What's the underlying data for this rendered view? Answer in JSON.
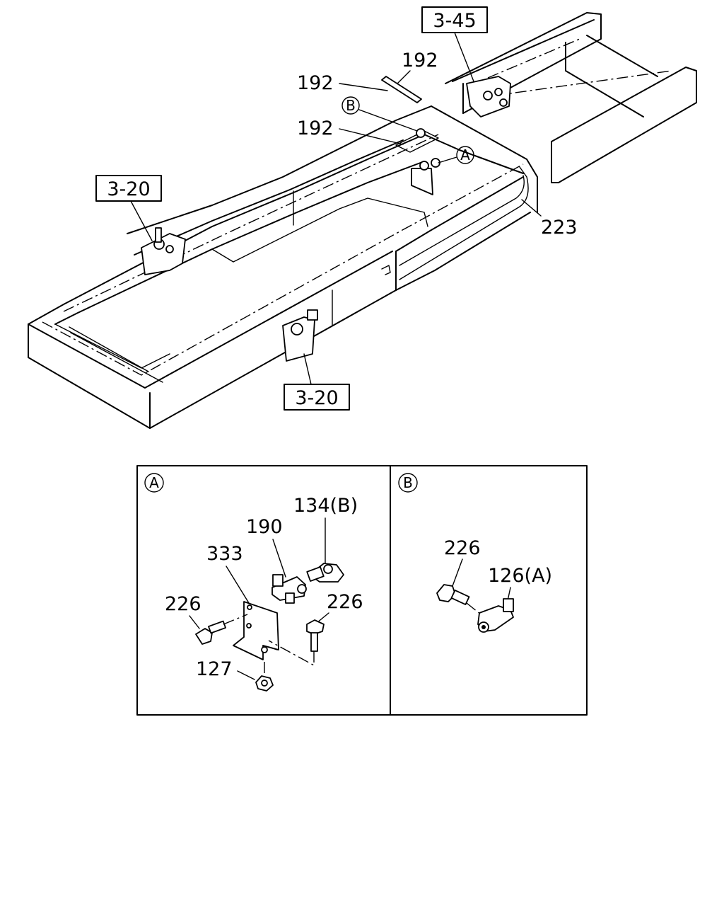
{
  "refs": {
    "ref_345": "3-45",
    "ref_320_left": "3-20",
    "ref_320_bottom": "3-20"
  },
  "callouts": {
    "p192_top": "192",
    "p192_mid": "192",
    "p192_low": "192",
    "p223": "223",
    "marker_a": "A",
    "marker_b": "B"
  },
  "detail_a": {
    "marker": "A",
    "labels": {
      "p134": "134(B)",
      "p190": "190",
      "p333": "333",
      "p226_left": "226",
      "p226_right": "226",
      "p127": "127"
    }
  },
  "detail_b": {
    "marker": "B",
    "labels": {
      "p226": "226",
      "p126": "126(A)"
    }
  }
}
